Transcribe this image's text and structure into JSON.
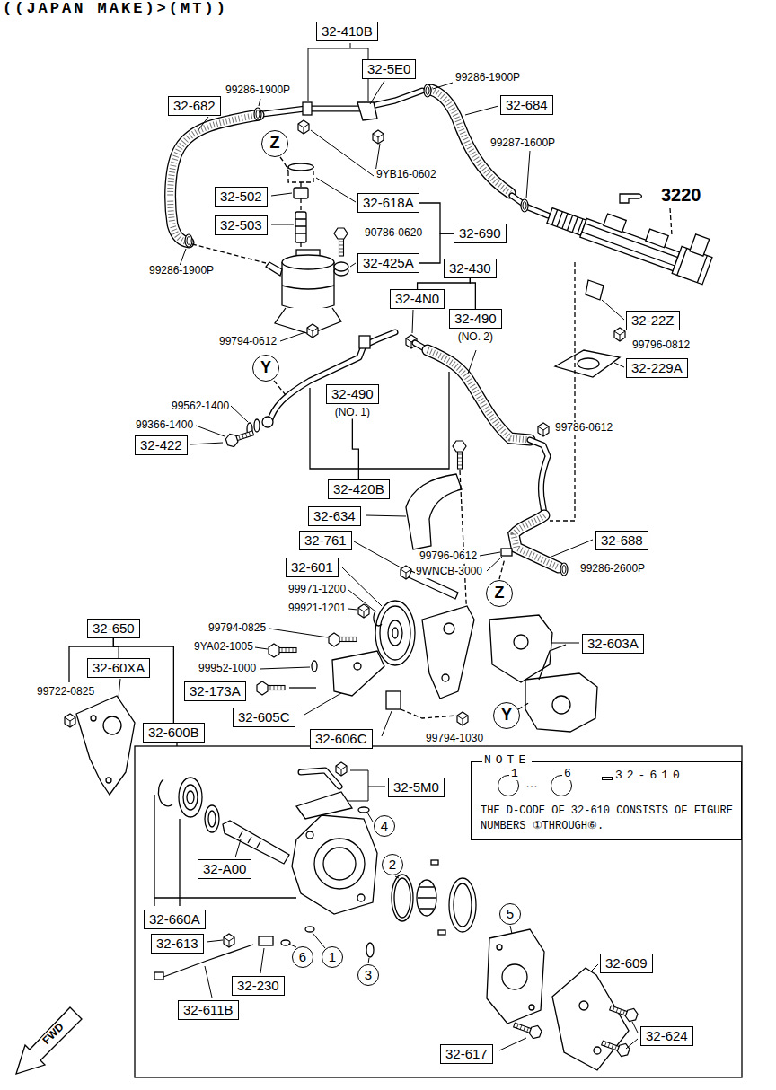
{
  "diagram": {
    "title": "((JAPAN MAKE)>(MT))",
    "nodes": [
      {
        "text": [
          "32-410B"
        ]
      },
      {
        "text": [
          "32-5E0"
        ]
      },
      {
        "text": [
          "32-682"
        ]
      },
      {
        "text": [
          "32-684"
        ]
      },
      {
        "text": [
          "Z"
        ]
      },
      {
        "text": [
          "32-502"
        ]
      },
      {
        "text": [
          "32-618A"
        ]
      },
      {
        "text": [
          "32-503"
        ]
      },
      {
        "text": [
          "32-690"
        ]
      },
      {
        "text": [
          "32-425A"
        ]
      },
      {
        "text": [
          "32-430"
        ]
      },
      {
        "text": [
          "32-4N0"
        ]
      },
      {
        "text": [
          "32-490",
          "(NO. 2)"
        ]
      },
      {
        "text": [
          "32-22Z"
        ]
      },
      {
        "text": [
          "32-229A"
        ]
      },
      {
        "text": [
          "Y"
        ]
      },
      {
        "text": [
          "32-490",
          "(NO. 1)"
        ]
      },
      {
        "text": [
          "32-422"
        ]
      },
      {
        "text": [
          "32-420B"
        ]
      },
      {
        "text": [
          "32-634"
        ]
      },
      {
        "text": [
          "32-761"
        ]
      },
      {
        "text": [
          "32-688"
        ]
      },
      {
        "text": [
          "32-601"
        ]
      },
      {
        "text": [
          "Z"
        ]
      },
      {
        "text": [
          "32-650"
        ]
      },
      {
        "text": [
          "32-60XA"
        ]
      },
      {
        "text": [
          "32-603A"
        ]
      },
      {
        "text": [
          "Y"
        ]
      },
      {
        "text": [
          "32-173A"
        ]
      },
      {
        "text": [
          "32-605C"
        ]
      },
      {
        "text": [
          "32-600B"
        ]
      },
      {
        "text": [
          "32-606C"
        ]
      },
      {
        "text": [
          "32-5M0"
        ]
      },
      {
        "text": [
          "NOTE",
          "THE D-CODE OF 32-610 CONSISTS OF FIGURE NUMBERS ①THROUGH⑥."
        ]
      },
      {
        "text": [
          "1"
        ],
        "in": 33
      },
      {
        "text": [
          "6"
        ],
        "in": 33
      },
      {
        "text": [
          "32-610"
        ],
        "in": 33
      },
      {
        "text": [
          "4"
        ]
      },
      {
        "text": [
          "2"
        ]
      },
      {
        "text": [
          "32-A00"
        ]
      },
      {
        "text": [
          "5"
        ]
      },
      {
        "text": [
          "32-660A"
        ]
      },
      {
        "text": [
          "32-613"
        ]
      },
      {
        "text": [
          "6"
        ]
      },
      {
        "text": [
          "1"
        ]
      },
      {
        "text": [
          "32-609"
        ]
      },
      {
        "text": [
          "3"
        ]
      },
      {
        "text": [
          "32-230"
        ]
      },
      {
        "text": [
          "32-611B"
        ]
      },
      {
        "text": [
          "32-624"
        ]
      },
      {
        "text": [
          "32-617"
        ]
      }
    ],
    "edges": [
      {
        "from": 8,
        "to": 6,
        "arrow": "none"
      },
      {
        "from": 8,
        "to": 9,
        "arrow": "none"
      },
      {
        "from": 10,
        "to": 11,
        "arrow": "none"
      },
      {
        "from": 10,
        "to": 12,
        "arrow": "none"
      },
      {
        "from": 18,
        "to": 16,
        "arrow": "none"
      },
      {
        "from": 24,
        "to": 25,
        "arrow": "none"
      },
      {
        "from": 24,
        "to": 30,
        "arrow": "none"
      },
      {
        "from": 35,
        "to": 36,
        "arrow": "to"
      }
    ],
    "labels": [
      "99286-1900P",
      "99286-1900P",
      "99287-1600P",
      "9YB16-0602",
      "90786-0620",
      "99286-1900P",
      "3220",
      "99794-0612",
      "99562-1400",
      "99366-1400",
      "99796-0812",
      "99786-0612",
      "99796-0612",
      "9WNCB-3000",
      "99286-2600P",
      "99971-1200",
      "99921-1201",
      "99794-0825",
      "9YA02-1005",
      "99952-1000",
      "99722-0825",
      "99794-1030",
      "…",
      "FWD"
    ]
  }
}
